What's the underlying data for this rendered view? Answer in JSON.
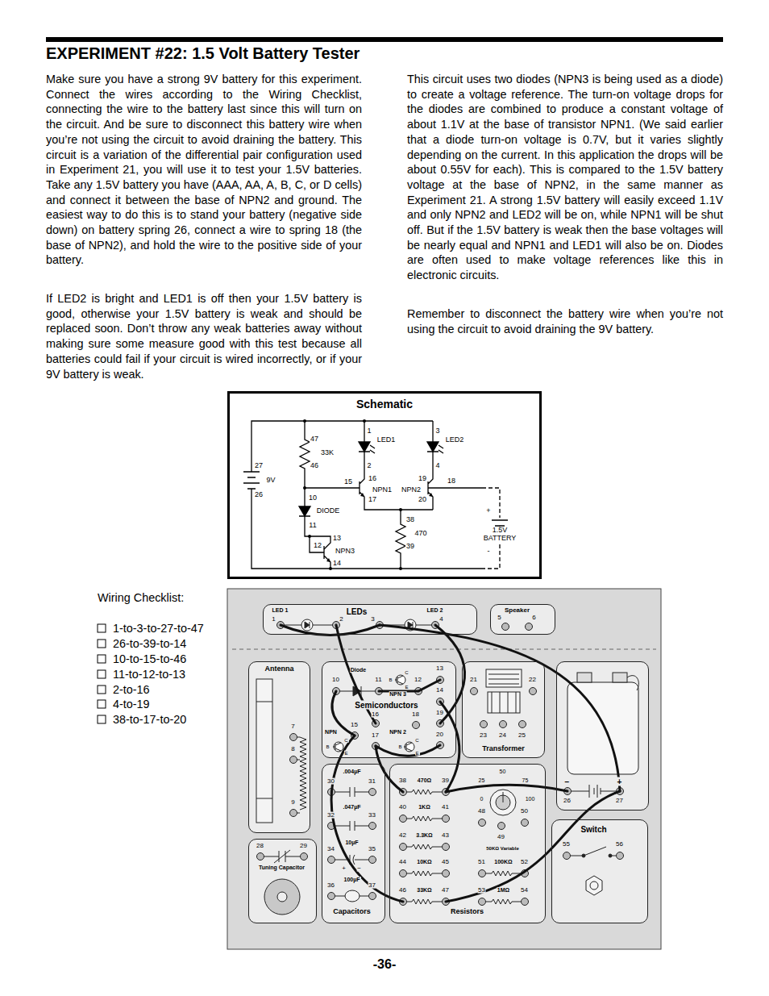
{
  "diagram": {
    "title": "EXPERIMENT #22: 1.5 Volt Battery Tester",
    "nodes": [
      {
        "text": [
          "Schematic",
          "1",
          "LED1",
          "2",
          "16",
          "3",
          "LED2",
          "4",
          "19",
          "47",
          "33K",
          "46",
          "27",
          "9V",
          "26",
          "15",
          "NPN1",
          "17",
          "NPN2",
          "20",
          "18",
          "10",
          "DIODE",
          "11",
          "38",
          "470",
          "39",
          "+",
          "1.5V BATTERY",
          "-",
          "13",
          "12",
          "NPN3",
          "14"
        ]
      },
      {
        "text": [
          "LED 1",
          "LEDs",
          "LED 2",
          "1",
          "2",
          "3",
          "4"
        ]
      },
      {
        "text": [
          "Speaker",
          "5",
          "6"
        ]
      },
      {
        "text": [
          "Antenna",
          "7",
          "8",
          "9"
        ]
      },
      {
        "text": [
          "Diode",
          "10",
          "11",
          "B",
          "C",
          "E",
          "12",
          "13",
          "NPN 3",
          "14",
          "Semiconductors",
          "15",
          "NPN",
          "B",
          "C",
          "E",
          "16",
          "17",
          "NPN 2",
          "B",
          "C",
          "E",
          "18",
          "19",
          "20"
        ]
      },
      {
        "text": [
          "21",
          "22",
          "23",
          "24",
          "25",
          "Transformer"
        ]
      },
      {
        "text": [
          "−",
          "+",
          "26",
          "27"
        ]
      },
      {
        "text": [
          ".004µF",
          "30",
          "31",
          ".047µF",
          "32",
          "33",
          "10µF",
          "34",
          "35",
          "+",
          "−",
          "100µF",
          "36",
          "37",
          "Capacitors"
        ]
      },
      {
        "text": [
          "38",
          "470Ω",
          "39",
          "25",
          "50",
          "75",
          "0",
          "100",
          "40",
          "1KΩ",
          "41",
          "48",
          "50",
          "42",
          "3.3KΩ",
          "43",
          "49",
          "50KΩ Variable",
          "44",
          "10KΩ",
          "45",
          "51",
          "100KΩ",
          "52",
          "46",
          "33KΩ",
          "47",
          "53",
          "1MΩ",
          "54",
          "Resistors"
        ]
      },
      {
        "text": [
          "Switch",
          "55",
          "56"
        ]
      },
      {
        "text": [
          "28",
          "29",
          "Tuning Capacitor"
        ]
      }
    ],
    "labels": [
      "Make sure you have a strong 9V battery for this experiment. Connect the wires according to the Wiring Checklist, connecting the wire to the battery last since this will turn on the circuit. And be sure to disconnect this battery wire when you’re not using the circuit to avoid draining the battery. This circuit is a variation of the differential pair configuration used in Experiment 21, you will use it to test your 1.5V batteries. Take any 1.5V battery you have (AAA, AA, A, B, C, or D cells) and connect it between the base of NPN2 and ground. The easiest way to do this is to stand your battery (negative side down) on battery spring 26, connect a wire to spring 18 (the base of NPN2), and hold the wire to the positive side of your battery.",
      "If LED2 is bright and LED1 is off then your 1.5V battery is good, otherwise your 1.5V battery is weak and should be replaced soon. Don’t throw any weak batteries away without making sure some measure good with this test because all batteries could fail if your circuit is wired incorrectly, or if your 9V battery is weak.",
      "This circuit uses two diodes (NPN3 is being used as a diode) to create a voltage reference. The turn-on voltage drops for the diodes are combined to produce a constant voltage of about 1.1V at the base of transistor NPN1. (We said earlier that a diode turn-on voltage is 0.7V, but it varies slightly depending on the current. In this application the drops will be about 0.55V for each). This is compared to the 1.5V battery voltage at the base of NPN2, in the same manner as Experiment 21. A strong 1.5V battery will easily exceed 1.1V and only NPN2 and LED2 will be on, while NPN1 will be shut off. But if the 1.5V battery is weak then the base voltages will be nearly equal and NPN1 and LED1 will also be on. Diodes are often used to make voltage references like this in electronic circuits.",
      "Remember to disconnect the battery wire when you’re not using the circuit to avoid draining the 9V battery.",
      "Wiring Checklist:",
      "1-to-3-to-27-to-47",
      "26-to-39-to-14",
      "10-to-15-to-46",
      "11-to-12-to-13",
      "2-to-16",
      "4-to-19",
      "38-to-17-to-20",
      "-36-"
    ]
  }
}
